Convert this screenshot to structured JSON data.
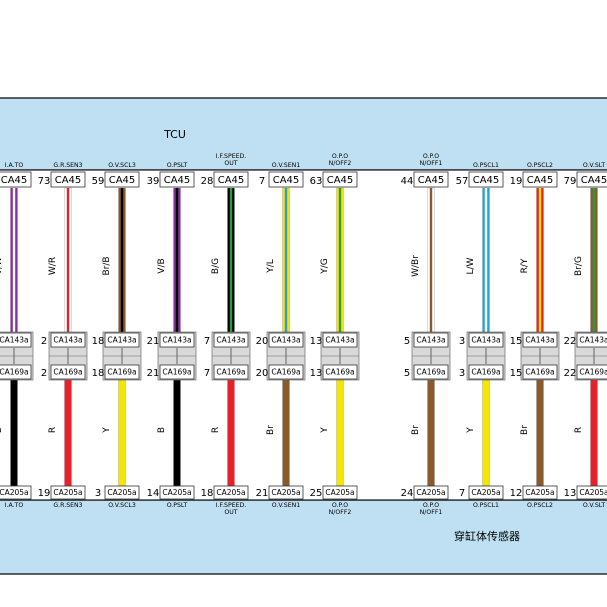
{
  "tcu_label": "TCU",
  "sensor_label": "穿缸体传感器",
  "top_connector": "CA45",
  "mid_connector": "CA143a",
  "low_connector": "CA169a",
  "bottom_connector": "CA205a",
  "columns": [
    {
      "top_sig": "I.A.TO",
      "top_pin_left": "",
      "upper_code": "V/W",
      "upper_colors": [
        "#8a2aa0",
        "#ffffff"
      ],
      "mid_pin_left": "",
      "lower_code": "B",
      "lower_color": "#000000",
      "bot_pin_left": "",
      "bot_sig": "I.A.TO"
    },
    {
      "top_sig": "G.R.SEN3",
      "top_pin_left": "73",
      "upper_code": "W/R",
      "upper_colors": [
        "#ffffff",
        "#e8202a"
      ],
      "mid_pin_left": "2",
      "lower_code": "R",
      "lower_color": "#e8202a",
      "bot_pin_left": "19",
      "bot_sig": "G.R.SEN3"
    },
    {
      "top_sig": "O.V.SCL3",
      "top_pin_left": "59",
      "upper_code": "Br/B",
      "upper_colors": [
        "#8b5a2b",
        "#000000"
      ],
      "mid_pin_left": "18",
      "lower_code": "Y",
      "lower_color": "#f5e600",
      "bot_pin_left": "3",
      "bot_sig": "O.V.SCL3"
    },
    {
      "top_sig": "O.PSLT",
      "top_pin_left": "39",
      "upper_code": "V/B",
      "upper_colors": [
        "#8a2aa0",
        "#000000"
      ],
      "mid_pin_left": "21",
      "lower_code": "B",
      "lower_color": "#000000",
      "bot_pin_left": "14",
      "bot_sig": "O.PSLT"
    },
    {
      "top_sig": "I.F.SPEED.\nOUT",
      "top_pin_left": "28",
      "upper_code": "B/G",
      "upper_colors": [
        "#000000",
        "#2e9b3a"
      ],
      "mid_pin_left": "7",
      "lower_code": "R",
      "lower_color": "#e8202a",
      "bot_pin_left": "18",
      "bot_sig": "I.F.SPEED.\nOUT"
    },
    {
      "top_sig": "O.V.SEN1",
      "top_pin_left": "7",
      "upper_code": "Y/L",
      "upper_colors": [
        "#f5e600",
        "#2e9be0"
      ],
      "mid_pin_left": "20",
      "lower_code": "Br",
      "lower_color": "#8b5a2b",
      "bot_pin_left": "21",
      "bot_sig": "O.V.SEN1"
    },
    {
      "top_sig": "O.P.O\nN/OFF2",
      "top_pin_left": "63",
      "upper_code": "Y/G",
      "upper_colors": [
        "#f5e600",
        "#2e9b3a"
      ],
      "mid_pin_left": "13",
      "lower_code": "Y",
      "lower_color": "#f5e600",
      "bot_pin_left": "25",
      "bot_sig": "O.P.O\nN/OFF2"
    },
    {
      "top_sig": "O.P.O\nN/OFF1",
      "top_pin_left": "44",
      "upper_code": "W/Br",
      "upper_colors": [
        "#ffffff",
        "#8b5a2b"
      ],
      "mid_pin_left": "5",
      "lower_code": "Br",
      "lower_color": "#8b5a2b",
      "bot_pin_left": "24",
      "bot_sig": "O.P.O\nN/OFF1"
    },
    {
      "top_sig": "O.PSCL1",
      "top_pin_left": "57",
      "upper_code": "L/W",
      "upper_colors": [
        "#1ea6d8",
        "#ffffff"
      ],
      "mid_pin_left": "3",
      "lower_code": "Y",
      "lower_color": "#f5e600",
      "bot_pin_left": "7",
      "bot_sig": "O.PSCL1"
    },
    {
      "top_sig": "O.PSCL2",
      "top_pin_left": "19",
      "upper_code": "R/Y",
      "upper_colors": [
        "#e8202a",
        "#f5e600"
      ],
      "mid_pin_left": "15",
      "lower_code": "Br",
      "lower_color": "#8b5a2b",
      "bot_pin_left": "12",
      "bot_sig": "O.PSCL2"
    },
    {
      "top_sig": "O.V.SLT",
      "top_pin_left": "79",
      "upper_code": "Br/G",
      "upper_colors": [
        "#8b5a2b",
        "#2e9b3a"
      ],
      "mid_pin_left": "22",
      "lower_code": "R",
      "lower_color": "#e8202a",
      "bot_pin_left": "13",
      "bot_sig": "O.V.SLT"
    }
  ]
}
